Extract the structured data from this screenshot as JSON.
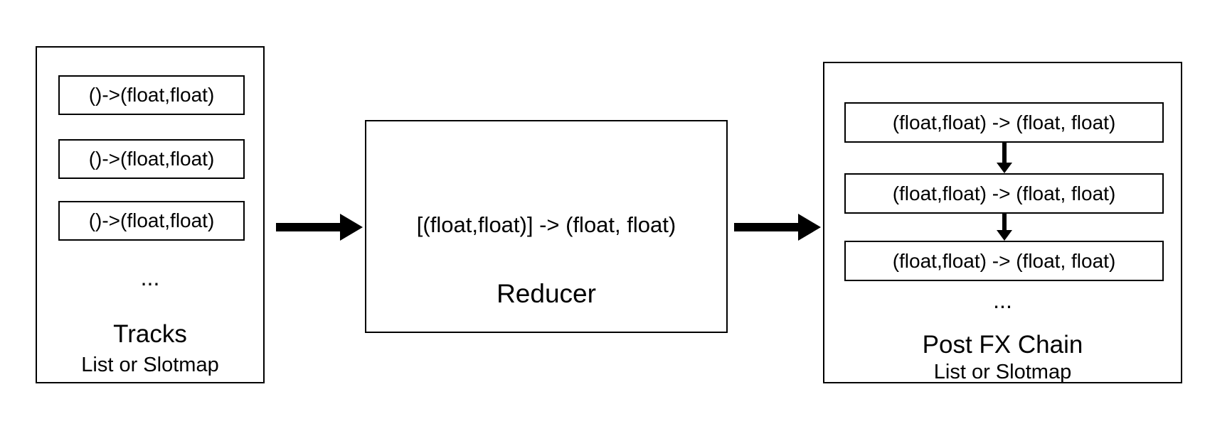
{
  "diagram": {
    "tracks": {
      "title": "Tracks",
      "subtitle": "List or Slotmap",
      "ellipsis": "...",
      "items": [
        "()->(float,float)",
        "()->(float,float)",
        "()->(float,float)"
      ]
    },
    "reducer": {
      "signature": "[(float,float)] -> (float, float)",
      "title": "Reducer"
    },
    "post_fx": {
      "title": "Post FX Chain",
      "subtitle": "List or Slotmap",
      "ellipsis": "...",
      "items": [
        "(float,float) -> (float, float)",
        "(float,float) -> (float, float)",
        "(float,float) -> (float, float)"
      ]
    }
  }
}
